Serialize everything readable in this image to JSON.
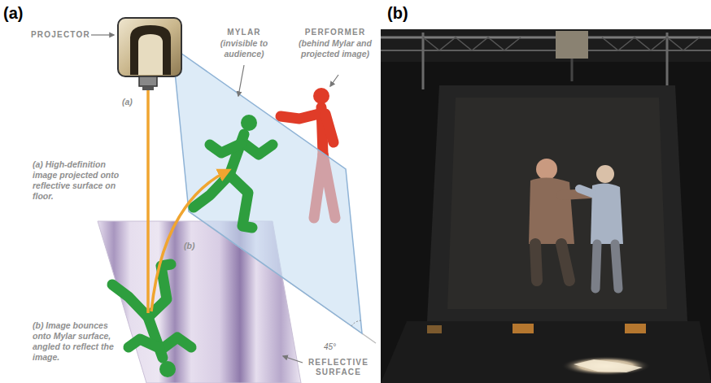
{
  "diagram": {
    "labels": [
      "(a)",
      "(b)",
      "PROJECTOR",
      "(a)",
      "MYLAR",
      "(invisible to audience)",
      "PERFORMER",
      "(behind Mylar and projected image)",
      "(a) High-definition image projected onto reflective surface on floor.",
      "(b)",
      "(b) Image bounces onto Mylar surface, angled to reflect the image.",
      "45°",
      "REFLECTIVE SURFACE"
    ]
  }
}
